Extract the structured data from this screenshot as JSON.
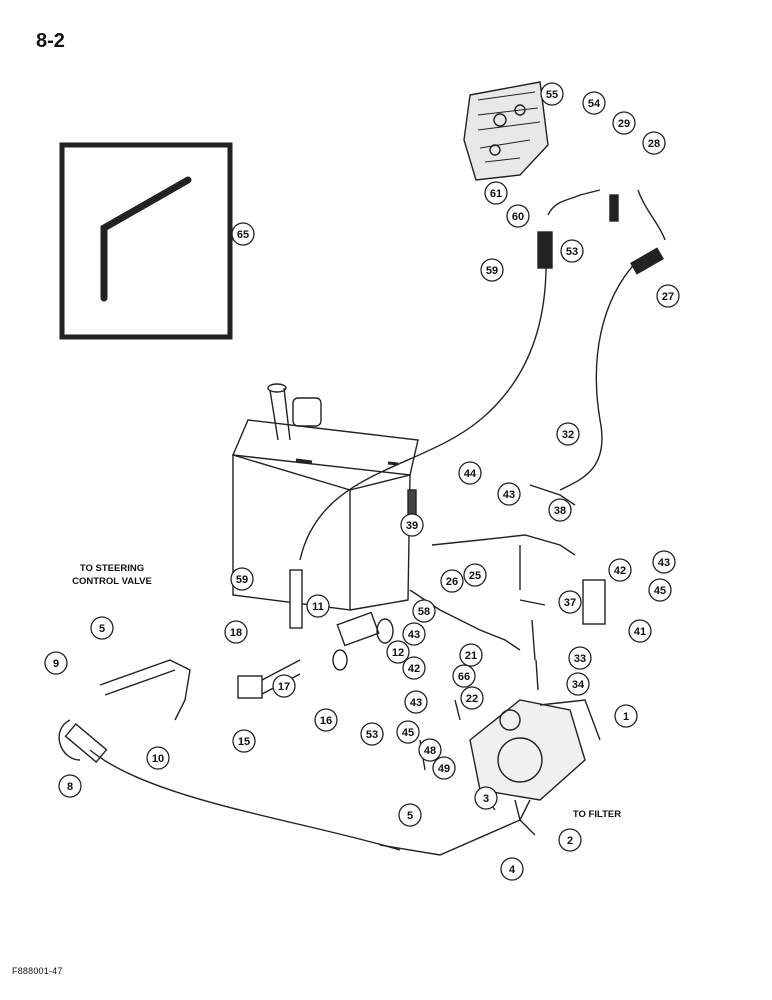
{
  "page_number": "8-2",
  "footer_code": "F888001-47",
  "notes": {
    "steering": [
      "TO STEERING",
      "CONTROL VALVE"
    ],
    "filter": "TO FILTER"
  },
  "callouts": [
    "55",
    "54",
    "29",
    "28",
    "61",
    "60",
    "53",
    "59",
    "27",
    "65",
    "32",
    "44",
    "43",
    "38",
    "39",
    "42",
    "43",
    "45",
    "41",
    "37",
    "33",
    "34",
    "1",
    "21",
    "66",
    "22",
    "58",
    "43",
    "42",
    "43",
    "53",
    "45",
    "48",
    "49",
    "26",
    "25",
    "59",
    "11",
    "12",
    "5",
    "9",
    "8",
    "10",
    "18",
    "17",
    "16",
    "15",
    "3",
    "2",
    "5",
    "4"
  ]
}
